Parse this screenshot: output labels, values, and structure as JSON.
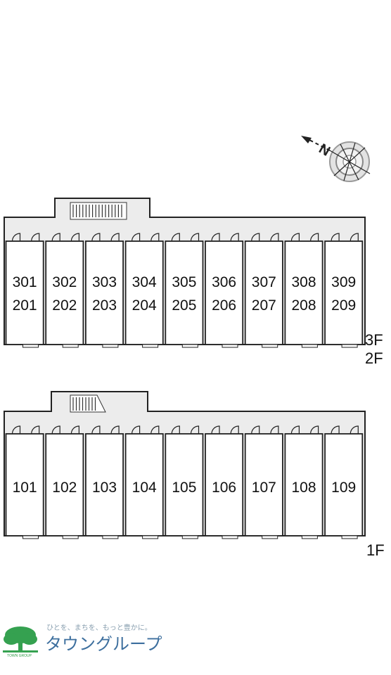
{
  "upper_building": {
    "units": [
      {
        "top": "301",
        "bottom": "201"
      },
      {
        "top": "302",
        "bottom": "202"
      },
      {
        "top": "303",
        "bottom": "203"
      },
      {
        "top": "304",
        "bottom": "204"
      },
      {
        "top": "305",
        "bottom": "205"
      },
      {
        "top": "306",
        "bottom": "206"
      },
      {
        "top": "307",
        "bottom": "207"
      },
      {
        "top": "308",
        "bottom": "208"
      },
      {
        "top": "309",
        "bottom": "209"
      }
    ],
    "floor_labels": [
      "3F",
      "2F"
    ]
  },
  "lower_building": {
    "units": [
      "101",
      "102",
      "103",
      "104",
      "105",
      "106",
      "107",
      "108",
      "109"
    ],
    "floor_labels": [
      "1F"
    ]
  },
  "compass": {
    "north_label": "N",
    "icon": "compass-icon"
  },
  "logo": {
    "tagline": "ひとを、まちを、もっと豊かに。",
    "name": "タウングループ",
    "small_text": "TOWN GROUP",
    "colors": {
      "tree": "#35a150",
      "name": "#3d6f9e",
      "tagline": "#8aa0b0"
    }
  }
}
